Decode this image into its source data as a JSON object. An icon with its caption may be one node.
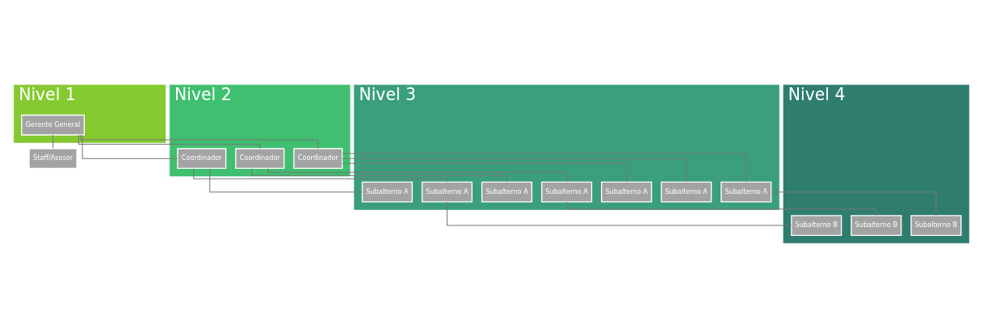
{
  "diagram": {
    "nodes": [
      {
        "text": [
          "Nivel 1"
        ]
      },
      {
        "text": [
          "Gerente General"
        ],
        "in": 0
      },
      {
        "text": [
          "Staff/Asesor"
        ]
      },
      {
        "text": [
          "Nivel 2"
        ]
      },
      {
        "text": [
          "Coordinador"
        ],
        "in": 3
      },
      {
        "text": [
          "Coordinador"
        ],
        "in": 3
      },
      {
        "text": [
          "Coordinador"
        ],
        "in": 3
      },
      {
        "text": [
          "Nivel 3"
        ]
      },
      {
        "text": [
          "Subalterno A"
        ],
        "in": 7
      },
      {
        "text": [
          "Subalterno A"
        ],
        "in": 7
      },
      {
        "text": [
          "Subalterno A"
        ],
        "in": 7
      },
      {
        "text": [
          "Subalterno A"
        ],
        "in": 7
      },
      {
        "text": [
          "Subalterno A"
        ],
        "in": 7
      },
      {
        "text": [
          "Subalterno A"
        ],
        "in": 7
      },
      {
        "text": [
          "Subalterno A"
        ],
        "in": 7
      },
      {
        "text": [
          "Nivel 4"
        ]
      },
      {
        "text": [
          "Subalterno B"
        ],
        "in": 15
      },
      {
        "text": [
          "Subalterno B"
        ],
        "in": 15
      },
      {
        "text": [
          "Subalterno B"
        ],
        "in": 15
      }
    ],
    "edges": [
      {
        "from": 1,
        "to": 2,
        "arrow": "none"
      },
      {
        "from": 1,
        "to": 4,
        "arrow": "none"
      },
      {
        "from": 1,
        "to": 5,
        "arrow": "none"
      },
      {
        "from": 1,
        "to": 6,
        "arrow": "none"
      },
      {
        "from": 4,
        "to": 8,
        "arrow": "none"
      },
      {
        "from": 4,
        "to": 9,
        "arrow": "none"
      },
      {
        "from": 4,
        "to": 10,
        "arrow": "none"
      },
      {
        "from": 5,
        "to": 11,
        "arrow": "none"
      },
      {
        "from": 5,
        "to": 12,
        "arrow": "none"
      },
      {
        "from": 6,
        "to": 13,
        "arrow": "none"
      },
      {
        "from": 6,
        "to": 14,
        "arrow": "none"
      },
      {
        "from": 8,
        "to": 16,
        "arrow": "none"
      },
      {
        "from": 11,
        "to": 17,
        "arrow": "none"
      },
      {
        "from": 13,
        "to": 18,
        "arrow": "none"
      }
    ]
  }
}
